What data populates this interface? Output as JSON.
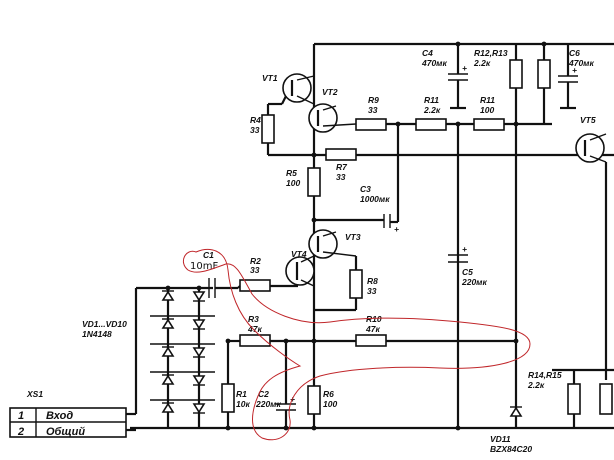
{
  "labels": {
    "vt1": "VT1",
    "vt2": "VT2",
    "vt3": "VT3",
    "vt4": "VT4",
    "vt5": "VT5",
    "r4": "R4",
    "r4v": "33",
    "r9": "R9",
    "r9v": "33",
    "r11a": "R11",
    "r11av": "2.2к",
    "r11b": "R11",
    "r11bv": "100",
    "r5": "R5",
    "r5v": "100",
    "r7": "R7",
    "r7v": "33",
    "c3": "C3",
    "c3v": "1000мк",
    "c4": "C4",
    "c4v": "470мк",
    "r1213": "R12,R13",
    "r1213v": "2.2к",
    "c6": "C6",
    "c6v": "470мк",
    "c1": "C1",
    "c1note": "10mF",
    "r2": "R2",
    "r2v": "33",
    "r8": "R8",
    "r8v": "33",
    "c5": "C5",
    "c5v": "220мк",
    "vd": "VD1...VD10",
    "vdv": "1N4148",
    "r3": "R3",
    "r3v": "47к",
    "r10": "R10",
    "r10v": "47к",
    "r1": "R1",
    "r1v": "10к",
    "c2": "C2",
    "c2v": "220мк",
    "r6": "R6",
    "r6v": "100",
    "r1415": "R14,R15",
    "r1415v": "2.2к",
    "xs1": "XS1",
    "pin1": "1",
    "pin1name": "Вход",
    "pin2": "2",
    "pin2name": "Общий",
    "vd11": "VD11",
    "vd11v": "BZX84C20"
  }
}
